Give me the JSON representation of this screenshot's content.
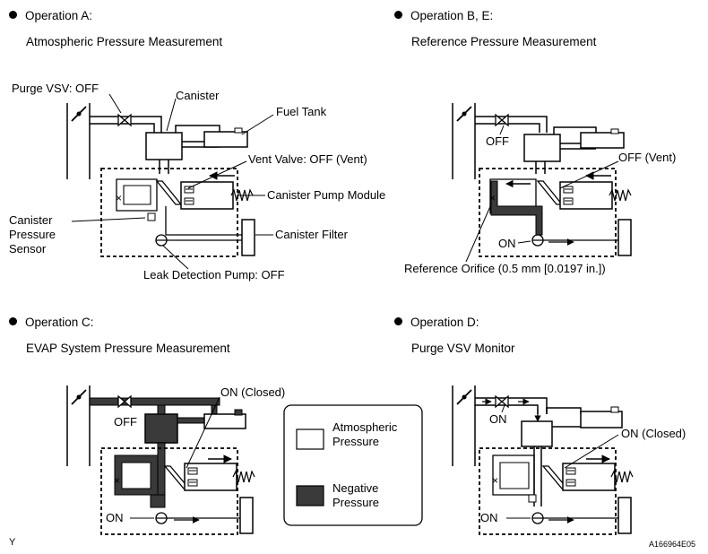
{
  "panels": {
    "a": {
      "heading": "Operation A:",
      "subtitle": "Atmospheric Pressure Measurement"
    },
    "b": {
      "heading": "Operation B, E:",
      "subtitle": "Reference Pressure Measurement"
    },
    "c": {
      "heading": "Operation C:",
      "subtitle": "EVAP System Pressure Measurement"
    },
    "d": {
      "heading": "Operation D:",
      "subtitle": "Purge VSV Monitor"
    }
  },
  "labels_a": {
    "purge_vsv": "Purge VSV: OFF",
    "canister": "Canister",
    "fuel_tank": "Fuel Tank",
    "vent_valve": "Vent Valve: OFF (Vent)",
    "pump_module": "Canister Pump Module",
    "pressure_sensor": "Canister\nPressure\nSensor",
    "canister_filter": "Canister Filter",
    "leak_pump": "Leak Detection Pump: OFF"
  },
  "labels_b": {
    "off": "OFF",
    "vent": "OFF (Vent)",
    "on": "ON",
    "orifice": "Reference Orifice (0.5 mm [0.0197 in.])"
  },
  "labels_c": {
    "off": "OFF",
    "on_closed": "ON (Closed)",
    "on": "ON"
  },
  "labels_d": {
    "on_vsv": "ON",
    "on_closed": "ON (Closed)",
    "on": "ON"
  },
  "legend": {
    "atmospheric": "Atmospheric\nPressure",
    "negative": "Negative\nPressure"
  },
  "footer": {
    "left": "Y",
    "right": "A166964E05"
  },
  "colors": {
    "line": "#000000",
    "negative_fill": "#3a3a3a",
    "background": "#ffffff"
  }
}
